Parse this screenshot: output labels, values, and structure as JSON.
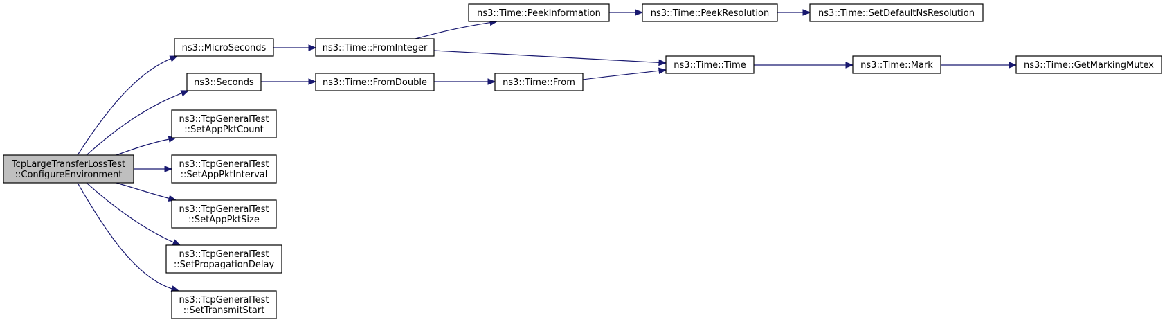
{
  "diagram": {
    "nodes": [
      {
        "id": "root",
        "lines": [
          "TcpLargeTransferLossTest",
          "::ConfigureEnvironment"
        ],
        "highlight": true
      },
      {
        "id": "micro",
        "lines": [
          "ns3::MicroSeconds"
        ]
      },
      {
        "id": "seconds",
        "lines": [
          "ns3::Seconds"
        ]
      },
      {
        "id": "count",
        "lines": [
          "ns3::TcpGeneralTest",
          "::SetAppPktCount"
        ]
      },
      {
        "id": "interval",
        "lines": [
          "ns3::TcpGeneralTest",
          "::SetAppPktInterval"
        ]
      },
      {
        "id": "size",
        "lines": [
          "ns3::TcpGeneralTest",
          "::SetAppPktSize"
        ]
      },
      {
        "id": "delay",
        "lines": [
          "ns3::TcpGeneralTest",
          "::SetPropagationDelay"
        ]
      },
      {
        "id": "start",
        "lines": [
          "ns3::TcpGeneralTest",
          "::SetTransmitStart"
        ]
      },
      {
        "id": "fromint",
        "lines": [
          "ns3::Time::FromInteger"
        ]
      },
      {
        "id": "fromdbl",
        "lines": [
          "ns3::Time::FromDouble"
        ]
      },
      {
        "id": "peekinfo",
        "lines": [
          "ns3::Time::PeekInformation"
        ]
      },
      {
        "id": "from",
        "lines": [
          "ns3::Time::From"
        ]
      },
      {
        "id": "peekres",
        "lines": [
          "ns3::Time::PeekResolution"
        ]
      },
      {
        "id": "time",
        "lines": [
          "ns3::Time::Time"
        ]
      },
      {
        "id": "setdef",
        "lines": [
          "ns3::Time::SetDefaultNsResolution"
        ]
      },
      {
        "id": "mark",
        "lines": [
          "ns3::Time::Mark"
        ]
      },
      {
        "id": "mutex",
        "lines": [
          "ns3::Time::GetMarkingMutex"
        ]
      }
    ],
    "edges": [
      {
        "from": "root",
        "to": "micro"
      },
      {
        "from": "root",
        "to": "seconds"
      },
      {
        "from": "root",
        "to": "count"
      },
      {
        "from": "root",
        "to": "interval"
      },
      {
        "from": "root",
        "to": "size"
      },
      {
        "from": "root",
        "to": "delay"
      },
      {
        "from": "root",
        "to": "start"
      },
      {
        "from": "micro",
        "to": "fromint"
      },
      {
        "from": "seconds",
        "to": "fromdbl"
      },
      {
        "from": "fromint",
        "to": "peekinfo"
      },
      {
        "from": "fromint",
        "to": "time"
      },
      {
        "from": "fromdbl",
        "to": "from"
      },
      {
        "from": "peekinfo",
        "to": "peekres"
      },
      {
        "from": "peekres",
        "to": "setdef"
      },
      {
        "from": "from",
        "to": "time"
      },
      {
        "from": "time",
        "to": "mark"
      },
      {
        "from": "mark",
        "to": "mutex"
      }
    ],
    "colors": {
      "edge": "#191970",
      "root_fill": "#bfbfbf",
      "node_fill": "#ffffff",
      "border": "#000000"
    }
  }
}
